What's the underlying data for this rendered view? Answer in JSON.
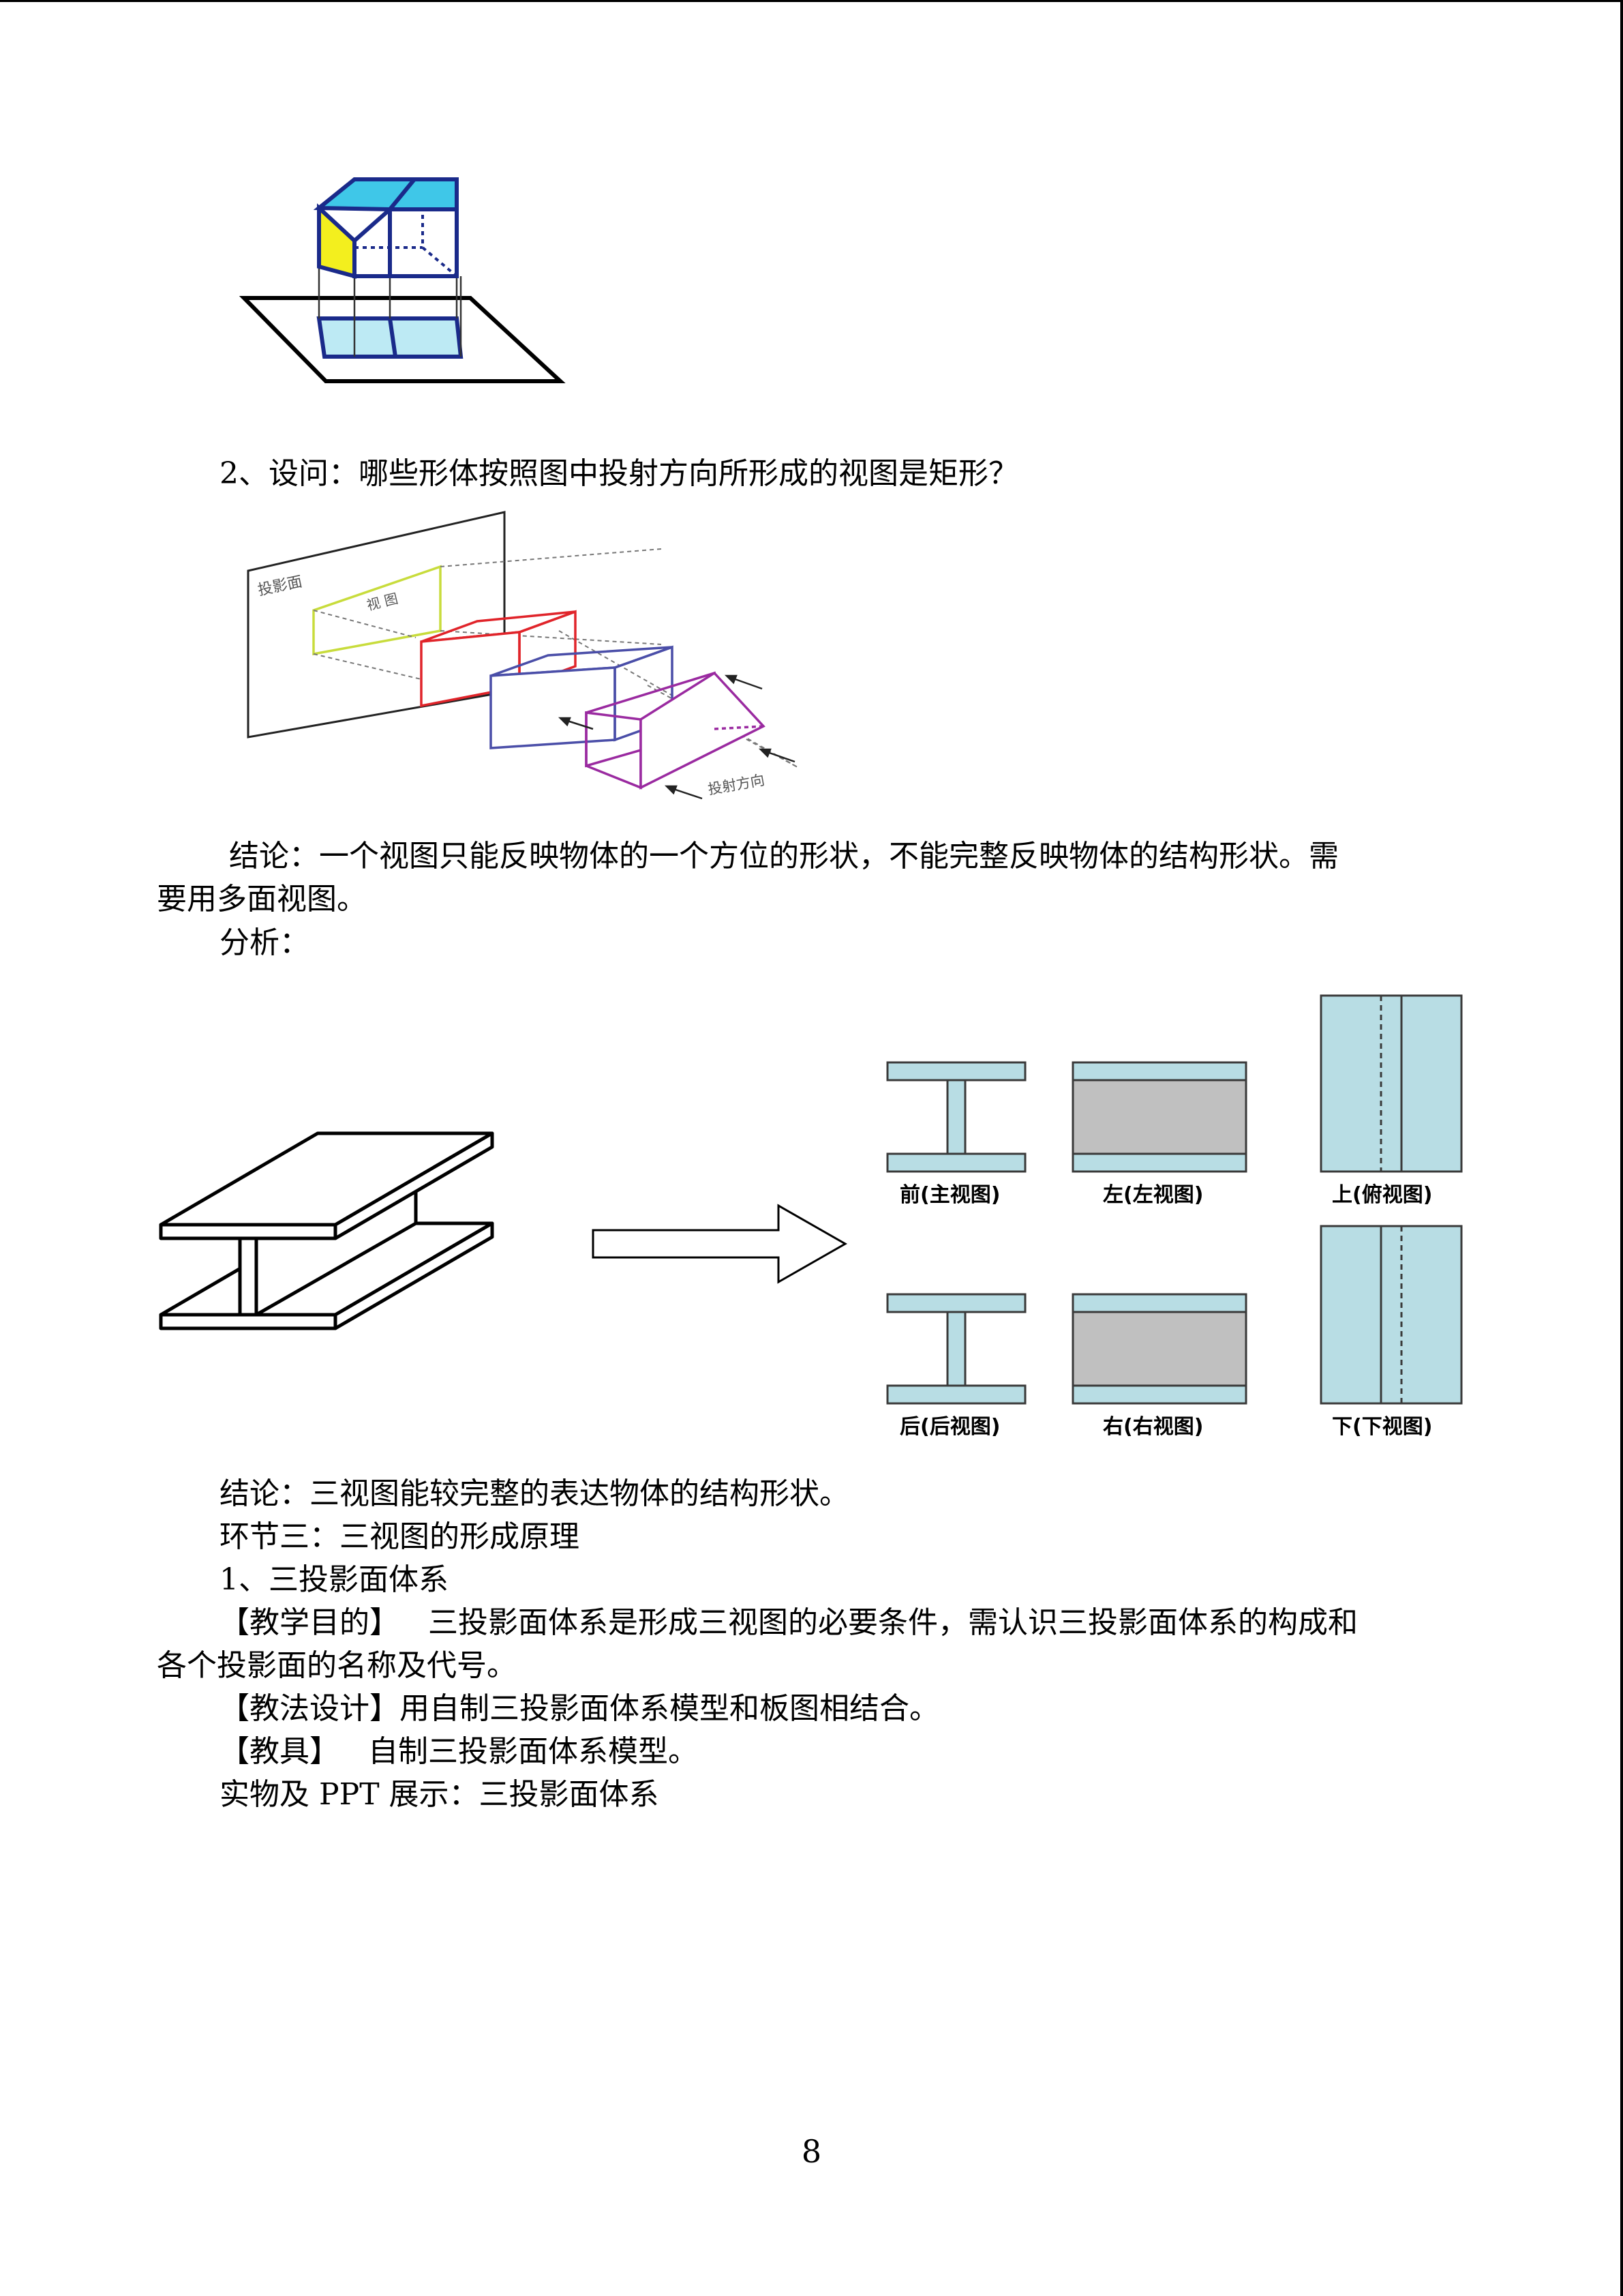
{
  "paragraphs": {
    "question": "2、设问：哪些形体按照图中投射方向所形成的视图是矩形？",
    "conclusion1_a": "结论：一个视图只能反映物体的一个方位的形状，不能完整反映物体的结构形状。需",
    "conclusion1_b": "要用多面视图。",
    "analysis": "分析：",
    "conclusion2": "结论：三视图能较完整的表达物体的结构形状。",
    "section3": "环节三：三视图的形成原理",
    "item1": "1、三投影面体系",
    "goal_a": "【教学目的】   三投影面体系是形成三视图的必要条件，需认识三投影面体系的构成和",
    "goal_b": "各个投影面的名称及代号。",
    "method": "【教法设计】用自制三投影面体系模型和板图相结合。",
    "tools": "【教具】   自制三投影面体系模型。",
    "demo": "实物及 PPT 展示：三投影面体系"
  },
  "figure2": {
    "plane_label": "投影面",
    "view_label": "视 图",
    "direction_label": "投射方向"
  },
  "figure3": {
    "labels": {
      "front": "前(主视图)",
      "left": "左(左视图)",
      "top": "上(俯视图)",
      "back": "后(后视图)",
      "right": "右(右视图)",
      "bottom": "下(下视图)"
    }
  },
  "page_number": "8",
  "colors": {
    "house_cyan": "#3fc7e8",
    "house_yellow": "#f3ef1e",
    "house_outline": "#1a2a8a",
    "view_yellow_green": "#c8dc3c",
    "box_red": "#e0242a",
    "box_blue": "#4a4ea8",
    "prism_purple": "#9a2aa0",
    "view_fill": "#b8dde4",
    "view_gray": "#c0c0c0"
  }
}
